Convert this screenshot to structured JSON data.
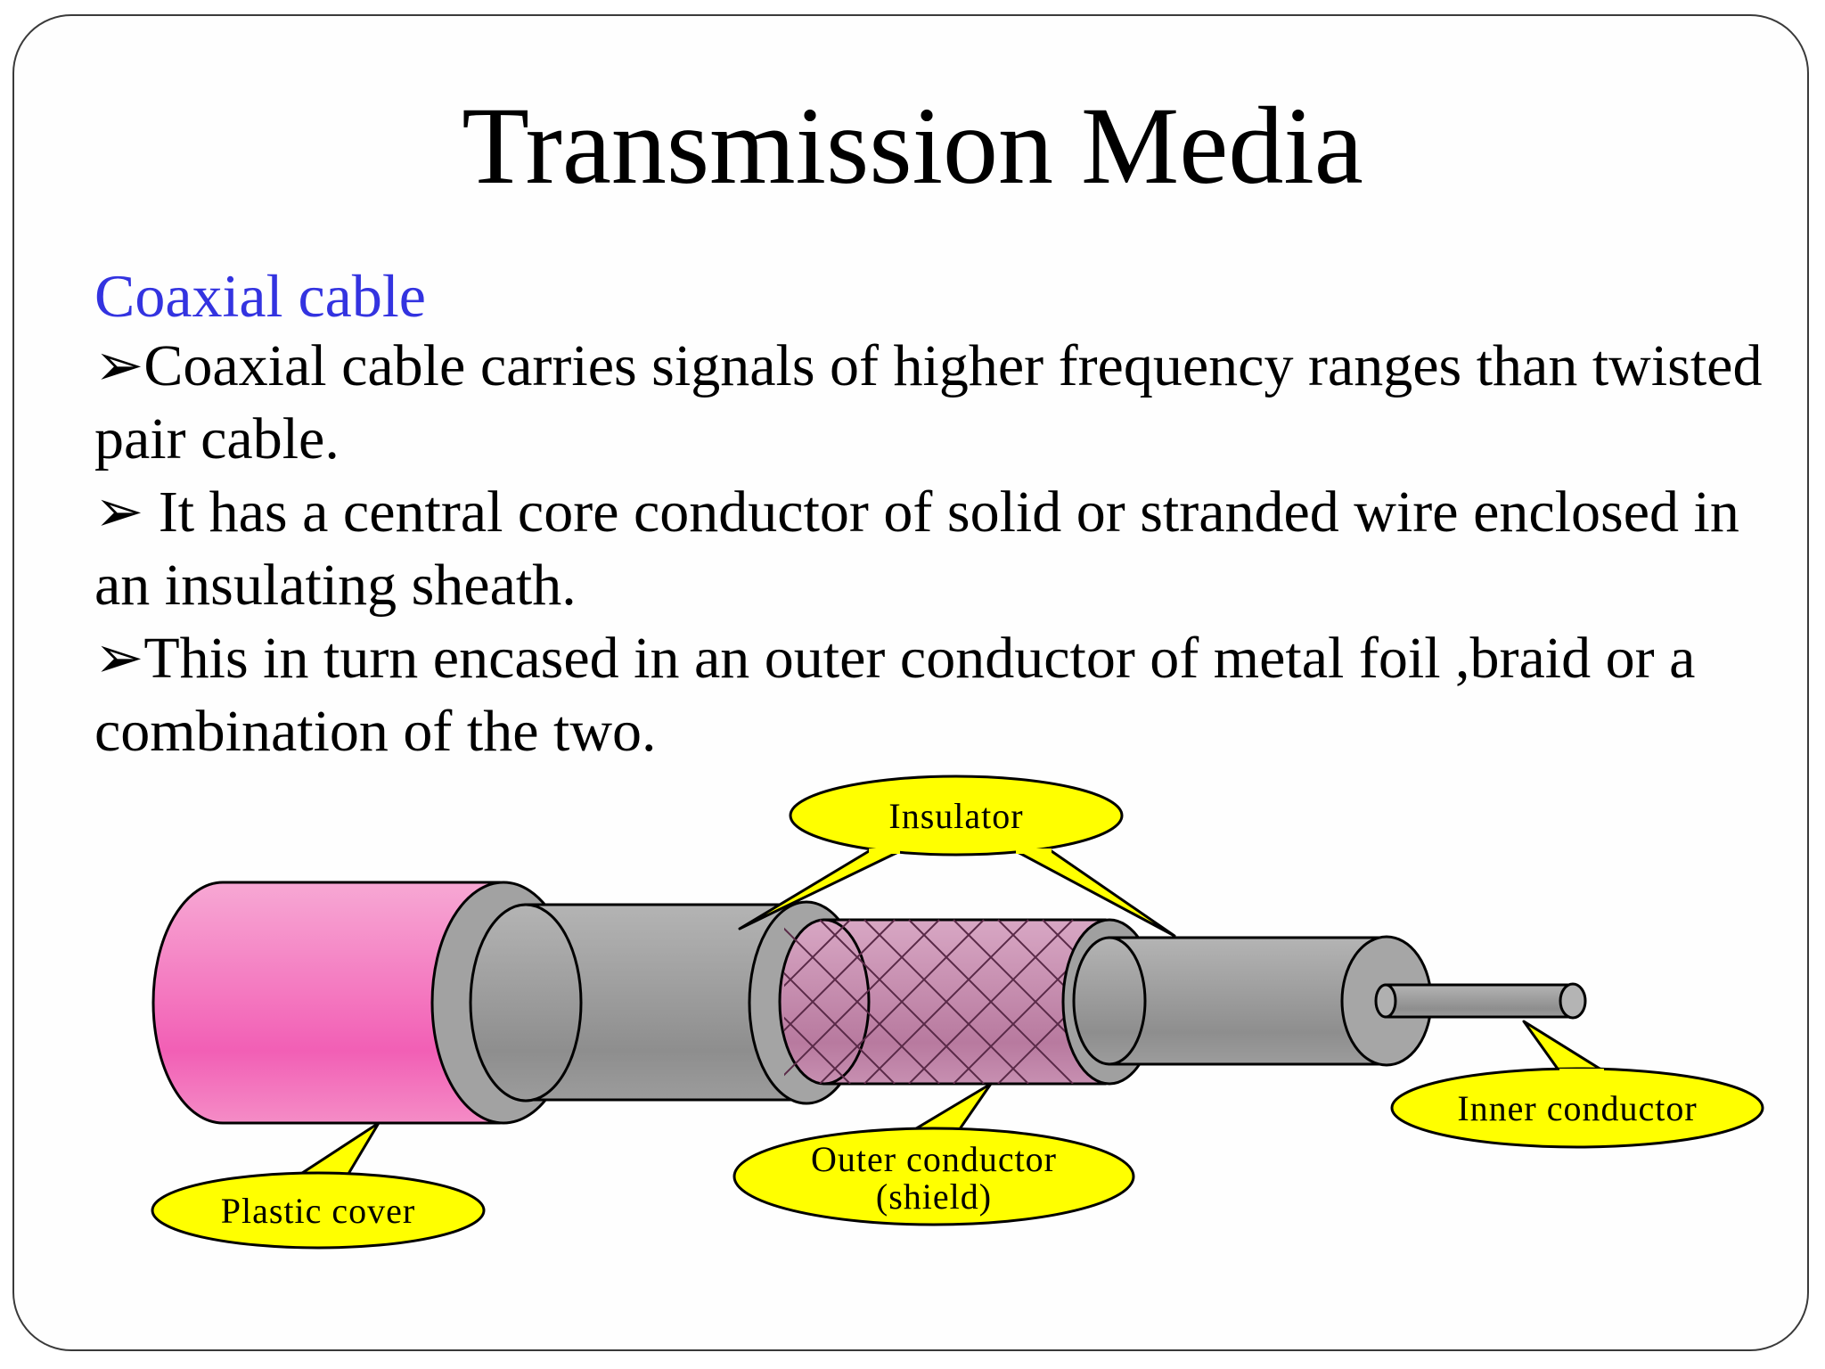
{
  "slide": {
    "title": "Transmission Media",
    "subtitle": "Coaxial cable",
    "bullet_marker": "➢",
    "bullets": [
      "Coaxial cable carries signals of higher frequency ranges than twisted pair cable.",
      " It has a central core conductor of solid or stranded wire enclosed in an insulating sheath.",
      "This in turn encased in an outer conductor of metal foil ,braid or a combination of the two."
    ]
  },
  "diagram": {
    "labels": {
      "insulator": "Insulator",
      "plastic_cover": "Plastic cover",
      "outer_conductor_line1": "Outer conductor",
      "outer_conductor_line2": "(shield)",
      "inner_conductor": "Inner conductor"
    },
    "colors": {
      "callout_fill": "#ffff00",
      "plastic_cover": "#f25fb5",
      "braid": "#c98bb0",
      "insulator_grey": "#a8a8a8"
    }
  }
}
